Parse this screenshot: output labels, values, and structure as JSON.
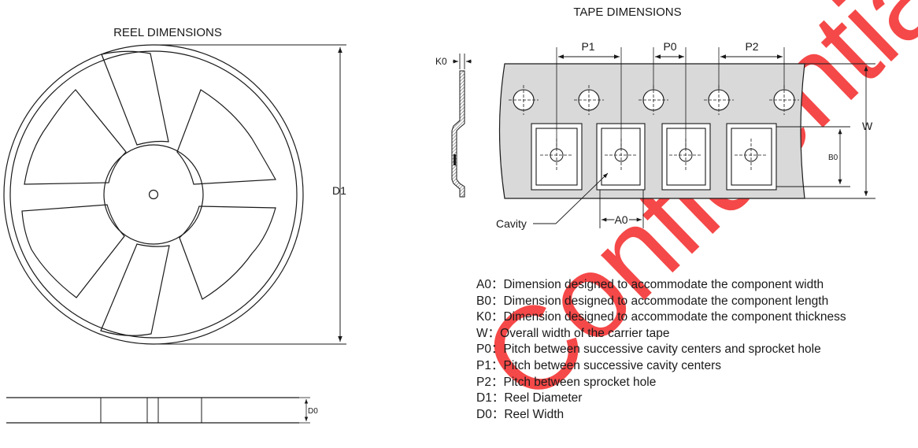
{
  "reel": {
    "title": "REEL DIMENSIONS",
    "label_d1": "D1",
    "label_d0": "D0"
  },
  "tape": {
    "title": "TAPE DIMENSIONS",
    "label_p1": "P1",
    "label_p0": "P0",
    "label_p2": "P2",
    "label_k0": "K0",
    "label_w": "W",
    "label_b0": "B0",
    "label_a0": "A0",
    "label_cavity": "Cavity"
  },
  "legend": [
    {
      "key": "A0",
      "text": "Dimension designed to accommodate the component width"
    },
    {
      "key": "B0",
      "text": "Dimension designed to accommodate the component length"
    },
    {
      "key": "K0",
      "text": "Dimension designed to accommodate the component thickness"
    },
    {
      "key": "W",
      "text": "Overall width of the carrier tape"
    },
    {
      "key": "P0",
      "text": "Pitch between successive cavity centers and sprocket hole"
    },
    {
      "key": "P1",
      "text": "Pitch between successive cavity centers"
    },
    {
      "key": "P2",
      "text": "Pitch between sprocket hole"
    },
    {
      "key": "D1",
      "text": "Reel Diameter"
    },
    {
      "key": "D0",
      "text": "Reel Width"
    }
  ],
  "separator": "：",
  "watermark": "Confidential",
  "colors": {
    "line": "#1a1a1a",
    "watermark": "#f53535"
  }
}
